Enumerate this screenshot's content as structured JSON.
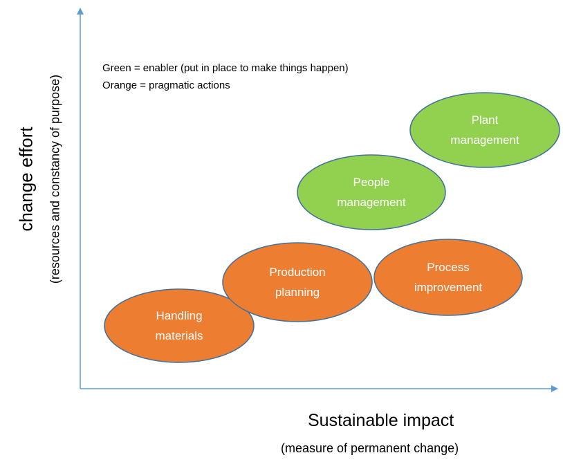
{
  "legend": {
    "line1": "Green = enabler (put in place to make things happen)",
    "line2": "Orange = pragmatic actions"
  },
  "axes": {
    "x_title": "Sustainable impact",
    "x_subtitle": "(measure of permanent change)",
    "y_title": "change effort",
    "y_subtitle": "(resources and constancy of purpose)"
  },
  "colors": {
    "axis": "#5b9bd5",
    "enabler_fill": "#92d050",
    "action_fill": "#ed7d31",
    "outline": "#41719c"
  },
  "bubbles": [
    {
      "id": "handling-materials",
      "category": "action",
      "lines": [
        "Handling",
        "materials"
      ]
    },
    {
      "id": "production-planning",
      "category": "action",
      "lines": [
        "Production",
        "planning"
      ]
    },
    {
      "id": "process-improvement",
      "category": "action",
      "lines": [
        "Process",
        "improvement"
      ]
    },
    {
      "id": "people-management",
      "category": "enabler",
      "lines": [
        "People",
        "management"
      ]
    },
    {
      "id": "plant-management",
      "category": "enabler",
      "lines": [
        "Plant",
        "management"
      ]
    }
  ]
}
